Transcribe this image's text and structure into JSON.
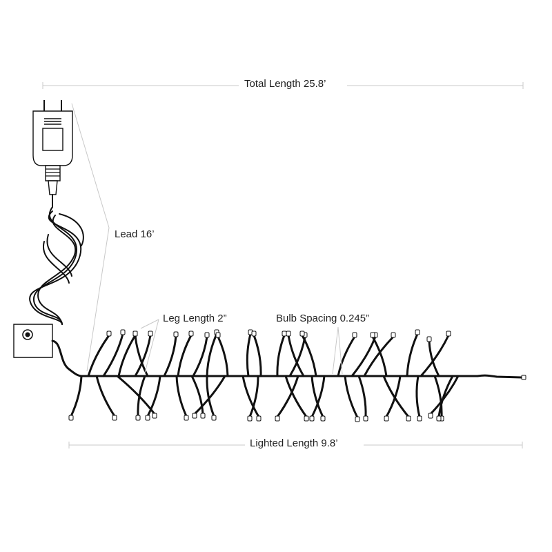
{
  "labels": {
    "total_length": "Total Length 25.8’",
    "lead": "Lead 16’",
    "leg_length": "Leg Length 2”",
    "bulb_spacing": "Bulb Spacing 0.245”",
    "lighted_length": "Lighted Length 9.8’"
  },
  "colors": {
    "wire": "#111111",
    "dimension_line": "#c8c8c8",
    "text": "#1f1f1f"
  },
  "icons": [
    "power-plug-icon",
    "controller-box-icon",
    "led-bulb-icon"
  ]
}
